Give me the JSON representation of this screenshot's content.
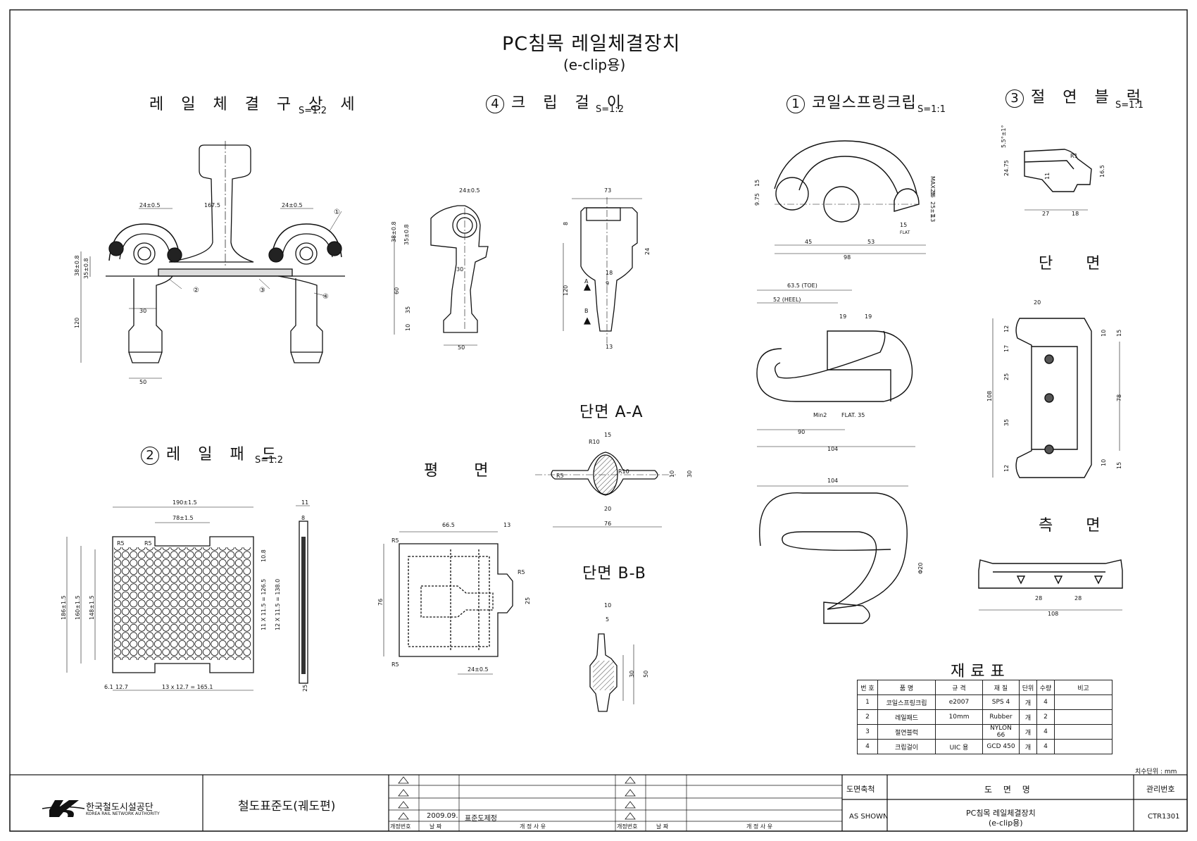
{
  "title": {
    "main": "PC침목 레일체결장치",
    "sub": "(e-clip용)"
  },
  "sections": {
    "assembly": {
      "label": "레 일 체 결 구 상 세",
      "scale": "S=1:2"
    },
    "clip_hook": {
      "num": "4",
      "label": "크 립 걸 이",
      "scale": "S=1:2"
    },
    "coil_spring": {
      "num": "1",
      "label": "코일스프링크립",
      "scale": "S=1:1"
    },
    "insulator": {
      "num": "3",
      "label": "절 연 블 럭",
      "scale": "S=1:1"
    },
    "rail_pad": {
      "num": "2",
      "label": "레 일 패 드",
      "scale": "S=1:2"
    },
    "section_label": "단 면",
    "plan_label": "평 면",
    "side_label": "측 면",
    "section_aa": "단면 A-A",
    "section_bb": "단면 B-B"
  },
  "dimensions": {
    "asm": [
      "24±0.5",
      "167.5",
      "24±0.5",
      "38±0.8",
      "35±0.8",
      "120",
      "30",
      "50",
      "①",
      "②",
      "③",
      "④"
    ],
    "hook": [
      "24±0.5",
      "38±0.8",
      "35±0.8",
      "60",
      "30",
      "35",
      "10",
      "50",
      "73",
      "8",
      "24",
      "18",
      "9",
      "120",
      "13",
      "A",
      "B"
    ],
    "clip": [
      "15",
      "9.75",
      "MAX 36",
      "25",
      "25±1",
      "13",
      "15",
      "FLAT",
      "45",
      "53",
      "98",
      "63.5 (TOE)",
      "52 (HEEL)",
      "19",
      "19",
      "Min2",
      "FLAT. 35",
      "90",
      "104",
      "104",
      "Φ20"
    ],
    "ins": [
      "5.5°±1°",
      "24.75",
      "11",
      "16.5",
      "R1",
      "27",
      "18",
      "20",
      "10",
      "15",
      "12",
      "17",
      "25",
      "35",
      "108",
      "78",
      "12",
      "10",
      "15",
      "28",
      "28",
      "108"
    ],
    "pad": [
      "190±1.5",
      "78±1.5",
      "R5",
      "R5",
      "186±1.5",
      "160±1.5",
      "148±1.5",
      "11 X 11.5 = 126.5",
      "12 X 11.5 = 138.0",
      "10.8",
      "6.1",
      "12.7",
      "13 x 12.7 = 165.1",
      "11",
      "8",
      "25"
    ],
    "plan": [
      "66.5",
      "13",
      "76",
      "R5",
      "R5",
      "R5",
      "25",
      "24±0.5"
    ],
    "aa": [
      "15",
      "R10",
      "R5",
      "R10",
      "10",
      "30",
      "20",
      "76"
    ],
    "bb": [
      "10",
      "5",
      "30",
      "50"
    ]
  },
  "materials": {
    "title": "재료표",
    "headers": [
      "번 호",
      "품 명",
      "규 격",
      "재 질",
      "단위",
      "수량",
      "비고"
    ],
    "rows": [
      [
        "1",
        "코일스프링크립",
        "e2007",
        "SPS 4",
        "개",
        "4",
        ""
      ],
      [
        "2",
        "레일패드",
        "10mm",
        "Rubber",
        "개",
        "2",
        ""
      ],
      [
        "3",
        "절연블럭",
        "",
        "NYLON 66",
        "개",
        "4",
        ""
      ],
      [
        "4",
        "크립걸이",
        "UIC 용",
        "GCD 450",
        "개",
        "4",
        ""
      ]
    ]
  },
  "unit_note": "치수단위 : mm",
  "title_block": {
    "org_kr": "한국철도시설공단",
    "org_en": "KOREA RAIL NETWORK AUTHORITY",
    "std_name": "철도표준도(궤도편)",
    "rev_date": "2009.09.",
    "rev_note": "표준도제정",
    "rev_no_label": "개정번호",
    "date_label": "날 짜",
    "reason_label": "개 정 사 유",
    "scale_label": "도면축척",
    "scale_value": "AS SHOWN",
    "drawing_name_label": "도 면 명",
    "drawing_name_1": "PC침목 레일체결장치",
    "drawing_name_2": "(e-clip용)",
    "mgmt_label": "관리번호",
    "mgmt_no": "CTR1301"
  }
}
